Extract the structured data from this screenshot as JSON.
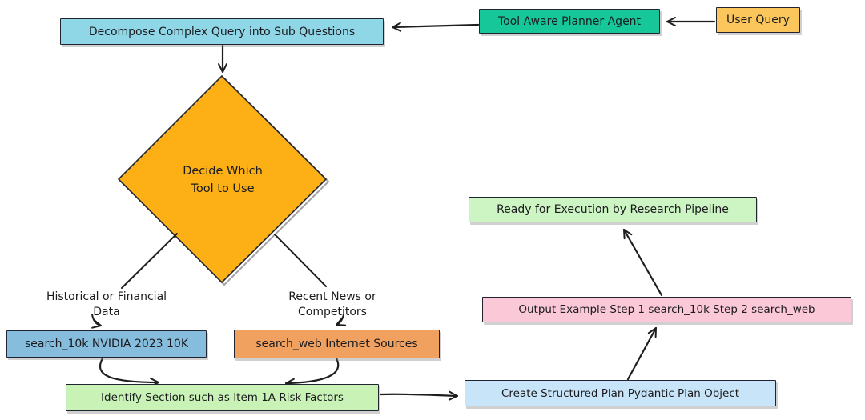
{
  "diagram": {
    "title": "Tool Aware Planner Agent flowchart",
    "colors": {
      "background": "#ffffff",
      "stroke": "#1e1e1e",
      "user_query_fill": "#fbc75c",
      "planner_fill": "#16c79a",
      "decompose_fill": "#8fd7e7",
      "decide_diamond_fill": "#fcb016",
      "search_10k_fill": "#86bddc",
      "search_web_fill": "#f0a05f",
      "identify_fill": "#c9f3b6",
      "create_plan_fill": "#c8e4f8",
      "output_example_fill": "#fbc8d8",
      "ready_fill": "#cdf5c3"
    },
    "nodes": {
      "user_query": {
        "label": "User Query"
      },
      "planner_agent": {
        "label": "Tool Aware Planner Agent"
      },
      "decompose": {
        "label": "Decompose Complex Query into Sub Questions"
      },
      "decide_tool": {
        "line1": "Decide Which",
        "line2": "Tool to Use"
      },
      "historical_label": {
        "line1": "Historical or Financial",
        "line2": "Data"
      },
      "recent_label": {
        "line1": "Recent News or",
        "line2": "Competitors"
      },
      "search_10k": {
        "label": "search_10k NVIDIA 2023 10K"
      },
      "search_web": {
        "label": "search_web Internet Sources"
      },
      "identify_section": {
        "label": "Identify Section such as Item 1A Risk Factors"
      },
      "create_plan": {
        "label": "Create Structured Plan Pydantic Plan Object"
      },
      "output_example": {
        "label": "Output Example Step 1 search_10k Step 2 search_web"
      },
      "ready_execution": {
        "label": "Ready for Execution by Research Pipeline"
      }
    },
    "edges": [
      {
        "from": "User Query",
        "to": "Tool Aware Planner Agent"
      },
      {
        "from": "Tool Aware Planner Agent",
        "to": "Decompose Complex Query into Sub Questions"
      },
      {
        "from": "Decompose Complex Query into Sub Questions",
        "to": "Decide Which Tool to Use"
      },
      {
        "from": "Decide Which Tool to Use",
        "to": "Historical or Financial Data"
      },
      {
        "from": "Decide Which Tool to Use",
        "to": "Recent News or Competitors"
      },
      {
        "from": "Historical or Financial Data",
        "to": "search_10k NVIDIA 2023 10K"
      },
      {
        "from": "Recent News or Competitors",
        "to": "search_web Internet Sources"
      },
      {
        "from": "search_10k NVIDIA 2023 10K",
        "to": "Identify Section such as Item 1A Risk Factors"
      },
      {
        "from": "search_web Internet Sources",
        "to": "Identify Section such as Item 1A Risk Factors"
      },
      {
        "from": "Identify Section such as Item 1A Risk Factors",
        "to": "Create Structured Plan Pydantic Plan Object"
      },
      {
        "from": "Create Structured Plan Pydantic Plan Object",
        "to": "Output Example Step 1 search_10k Step 2 search_web"
      },
      {
        "from": "Output Example Step 1 search_10k Step 2 search_web",
        "to": "Ready for Execution by Research Pipeline"
      }
    ]
  }
}
